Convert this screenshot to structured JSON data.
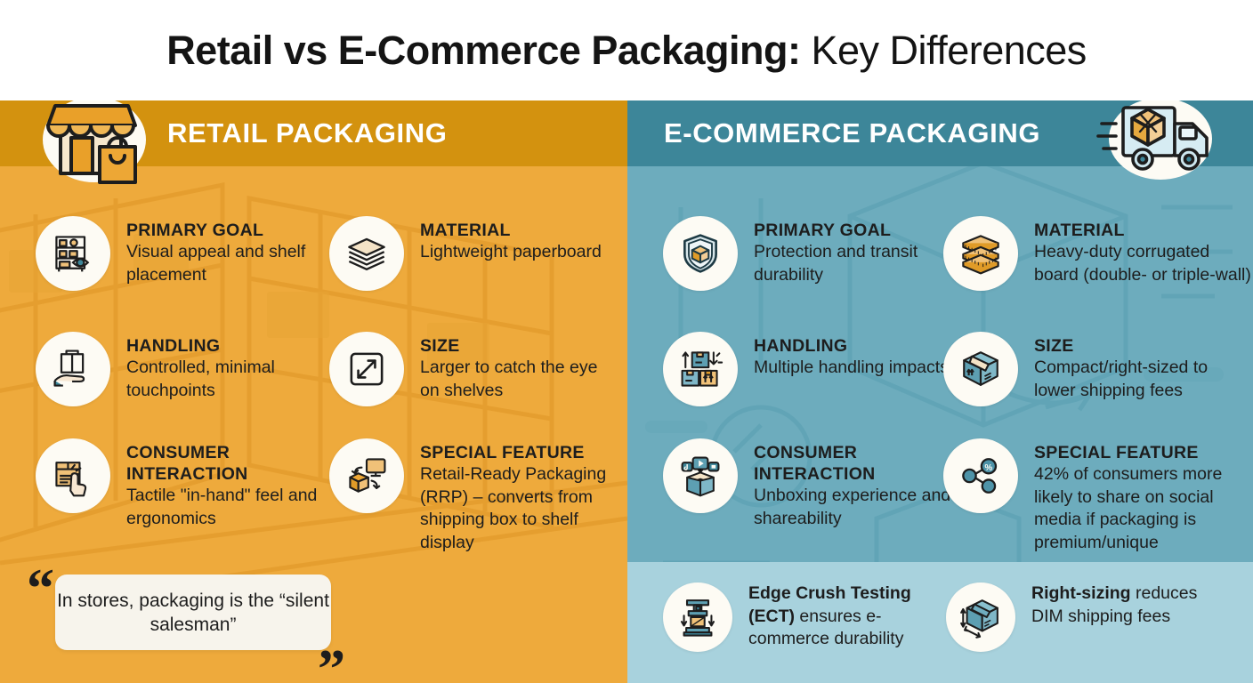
{
  "title": {
    "bold_part": "Retail vs E-Commerce Packaging:",
    "regular_part": " Key Differences"
  },
  "colors": {
    "retail_panel": "#eeaa3c",
    "retail_header": "#d3920f",
    "ecom_panel": "#6dacbd",
    "ecom_header": "#3d8699",
    "ecom_strip": "#a8d2dd",
    "bubble": "#fdfbf4",
    "text": "#1d1d1d"
  },
  "retail": {
    "header_label": "RETAIL PACKAGING",
    "header_icon": "storefront-icon",
    "items": [
      {
        "label": "PRIMARY GOAL",
        "desc": "Visual appeal and shelf placement",
        "icon": "shelf-eye-icon"
      },
      {
        "label": "MATERIAL",
        "desc": "Lightweight paperboard",
        "icon": "paper-stack-icon"
      },
      {
        "label": "HANDLING",
        "desc": "Controlled, minimal touchpoints",
        "icon": "hand-box-icon"
      },
      {
        "label": "SIZE",
        "desc": "Larger to catch the eye on shelves",
        "icon": "expand-arrows-icon"
      },
      {
        "label": "CONSUMER INTERACTION",
        "desc": "Tactile \"in-hand\" feel and ergonomics",
        "icon": "hand-touch-box-icon"
      },
      {
        "label": "SPECIAL FEATURE",
        "desc": "Retail-Ready Packaging (RRP) – converts from shipping box to shelf display",
        "icon": "box-to-display-icon"
      }
    ],
    "quote": "In stores, packaging is the “silent salesman”",
    "quote_open_mark": "“",
    "quote_close_mark": "”"
  },
  "ecommerce": {
    "header_label": "E-COMMERCE PACKAGING",
    "header_icon": "delivery-truck-icon",
    "items": [
      {
        "label": "PRIMARY GOAL",
        "desc": "Protection and transit durability",
        "icon": "shield-box-icon"
      },
      {
        "label": "MATERIAL",
        "desc": "Heavy-duty corrugated board (double- or triple-wall)",
        "icon": "corrugated-stack-icon"
      },
      {
        "label": "HANDLING",
        "desc": "Multiple handling impacts",
        "icon": "stacked-boxes-impact-icon"
      },
      {
        "label": "SIZE",
        "desc": "Compact/right-sized to lower shipping fees",
        "icon": "compact-box-icon"
      },
      {
        "label": "CONSUMER INTERACTION",
        "desc": "Unboxing experience and shareability",
        "icon": "unboxing-social-icon"
      },
      {
        "label": "SPECIAL FEATURE",
        "desc": "42% of consumers more likely to share on social media if packaging is premium/unique",
        "icon": "share-percent-icon"
      }
    ],
    "footnotes": [
      {
        "bold": "Edge Crush Testing (ECT)",
        "rest": " ensures e-commerce durability",
        "icon": "crush-test-press-icon"
      },
      {
        "bold": "Right-sizing",
        "rest": " reduces DIM shipping fees",
        "icon": "box-dimensions-icon"
      }
    ]
  }
}
